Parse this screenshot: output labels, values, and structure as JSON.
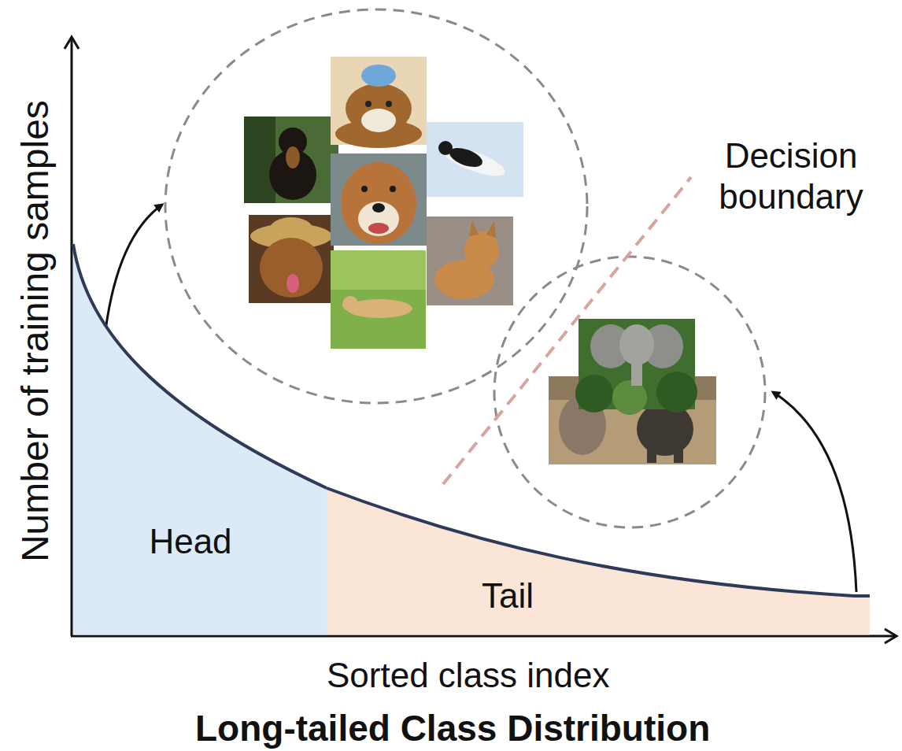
{
  "diagram": {
    "caption": "Long-tailed Class Distribution",
    "nodes": [
      {
        "text": [
          "Head"
        ]
      },
      {
        "text": [
          "Tail"
        ]
      }
    ],
    "labels": [
      "Number of training samples",
      "Decision boundary",
      "Sorted class index"
    ]
  }
}
